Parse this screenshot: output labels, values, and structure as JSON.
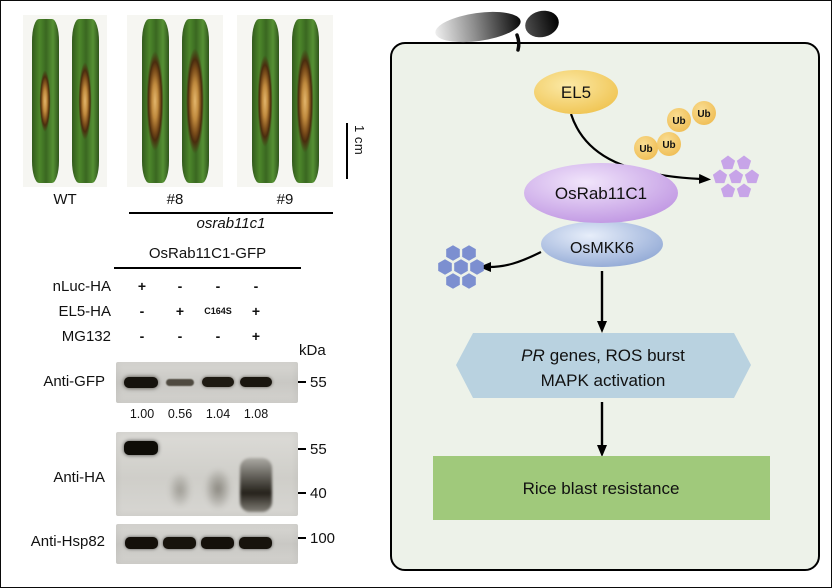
{
  "leaf_panel": {
    "photo_labels": [
      "WT",
      "#8",
      "#9"
    ],
    "genotype_label": "osrab11c1",
    "scale_bar_label": "1 cm"
  },
  "blot_panel": {
    "construct_label": "OsRab11C1-GFP",
    "conditions": [
      {
        "label": "nLuc-HA",
        "lanes": [
          "+",
          "-",
          "-",
          "-"
        ]
      },
      {
        "label": "EL5-HA",
        "lanes": [
          "-",
          "+",
          "C164S",
          "+"
        ]
      },
      {
        "label": "MG132",
        "lanes": [
          "-",
          "-",
          "-",
          "+"
        ]
      }
    ],
    "unit_label": "kDa",
    "quantification": [
      "1.00",
      "0.56",
      "1.04",
      "1.08"
    ],
    "blots": [
      {
        "antibody": "Anti-GFP",
        "markers": [
          "55"
        ]
      },
      {
        "antibody": "Anti-HA",
        "markers": [
          "55",
          "40"
        ]
      },
      {
        "antibody": "Anti-Hsp82",
        "markers": [
          "100"
        ]
      }
    ]
  },
  "pathway": {
    "pathogen_icon": "rice-blast-fungus-spore",
    "el5_label": "EL5",
    "ub_label": "Ub",
    "osrab11c1_label": "OsRab11C1",
    "osmkk6_label": "OsMKK6",
    "response_italic": "PR",
    "response_line1": "genes, ROS burst",
    "response_line2": "MAPK activation",
    "outcome_label": "Rice blast resistance",
    "colors": {
      "el5_fill": "#f3cd60",
      "ub_fill": "#f3c55e",
      "osrab11c1_fill": "#c49ae4",
      "osmkk6_fill": "#8fa7d3",
      "response_fill": "#b9d2e0",
      "outcome_fill": "#a0c97b",
      "panel_fill": "#edf2e9",
      "fragments_purple": "#c7a4e8",
      "fragments_blue": "#7c8fd0"
    }
  }
}
